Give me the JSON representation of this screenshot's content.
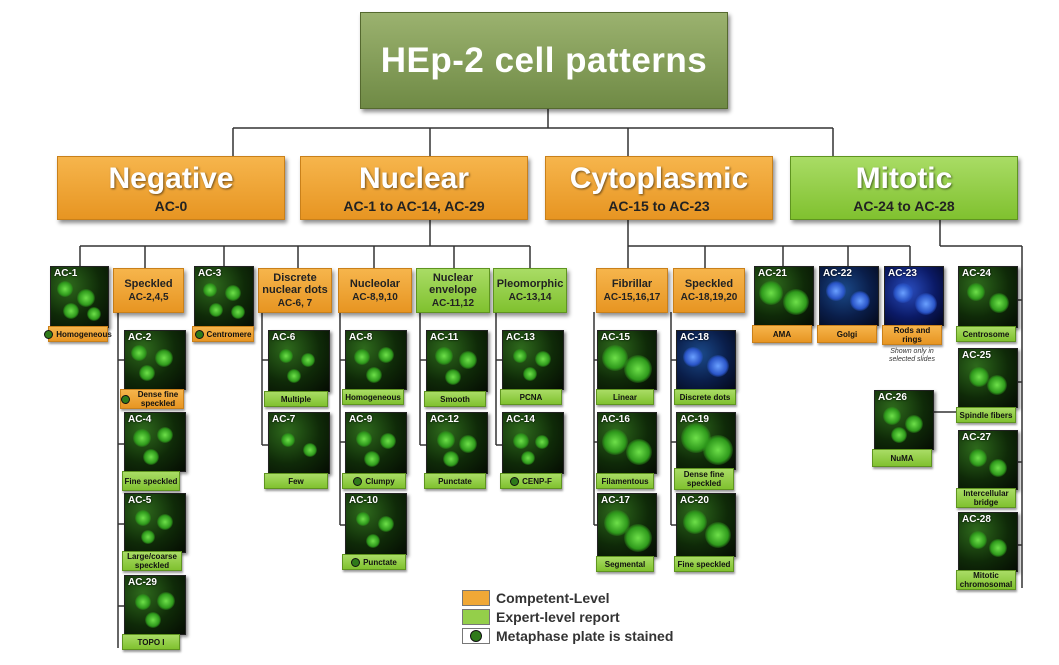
{
  "title": "HEp-2 cell patterns",
  "categories": {
    "negative": {
      "name": "Negative",
      "code": "AC-0"
    },
    "nuclear": {
      "name": "Nuclear",
      "code": "AC-1 to AC-14, AC-29"
    },
    "cytoplasmic": {
      "name": "Cytoplasmic",
      "code": "AC-15 to AC-23"
    },
    "mitotic": {
      "name": "Mitotic",
      "code": "AC-24 to AC-28"
    }
  },
  "subgroups": {
    "speckled_nuc": {
      "name": "Speckled",
      "code": "AC-2,4,5"
    },
    "discrete": {
      "name": "Discrete nuclear dots",
      "code": "AC-6, 7"
    },
    "nucleolar": {
      "name": "Nucleolar",
      "code": "AC-8,9,10"
    },
    "envelope": {
      "name": "Nuclear envelope",
      "code": "AC-11,12"
    },
    "pleomorphic": {
      "name": "Pleomorphic",
      "code": "AC-13,14"
    },
    "fibrillar": {
      "name": "Fibrillar",
      "code": "AC-15,16,17"
    },
    "speckled_cyto": {
      "name": "Speckled",
      "code": "AC-18,19,20"
    }
  },
  "patterns": {
    "ac1": {
      "code": "AC-1",
      "label": "Homogeneous"
    },
    "ac3": {
      "code": "AC-3",
      "label": "Centromere"
    },
    "ac2": {
      "code": "AC-2",
      "label": "Dense fine speckled"
    },
    "ac4": {
      "code": "AC-4",
      "label": "Fine speckled"
    },
    "ac5": {
      "code": "AC-5",
      "label": "Large/coarse speckled"
    },
    "ac29": {
      "code": "AC-29",
      "label": "TOPO I"
    },
    "ac6": {
      "code": "AC-6",
      "label": "Multiple"
    },
    "ac7": {
      "code": "AC-7",
      "label": "Few"
    },
    "ac8": {
      "code": "AC-8",
      "label": "Homogeneous"
    },
    "ac9": {
      "code": "AC-9",
      "label": "Clumpy"
    },
    "ac10": {
      "code": "AC-10",
      "label": "Punctate"
    },
    "ac11": {
      "code": "AC-11",
      "label": "Smooth"
    },
    "ac12": {
      "code": "AC-12",
      "label": "Punctate"
    },
    "ac13": {
      "code": "AC-13",
      "label": "PCNA"
    },
    "ac14": {
      "code": "AC-14",
      "label": "CENP-F"
    },
    "ac15": {
      "code": "AC-15",
      "label": "Linear"
    },
    "ac16": {
      "code": "AC-16",
      "label": "Filamentous"
    },
    "ac17": {
      "code": "AC-17",
      "label": "Segmental"
    },
    "ac18": {
      "code": "AC-18",
      "label": "Discrete dots"
    },
    "ac19": {
      "code": "AC-19",
      "label": "Dense fine speckled"
    },
    "ac20": {
      "code": "AC-20",
      "label": "Fine speckled"
    },
    "ac21": {
      "code": "AC-21",
      "label": "AMA"
    },
    "ac22": {
      "code": "AC-22",
      "label": "Golgi"
    },
    "ac23": {
      "code": "AC-23",
      "label": "Rods and rings"
    },
    "ac24": {
      "code": "AC-24",
      "label": "Centrosome"
    },
    "ac25": {
      "code": "AC-25",
      "label": "Spindle fibers"
    },
    "ac26": {
      "code": "AC-26",
      "label": "NuMA"
    },
    "ac27": {
      "code": "AC-27",
      "label": "Intercellular bridge"
    },
    "ac28": {
      "code": "AC-28",
      "label": "Mitotic chromosomal"
    }
  },
  "note_ac23": "Shown only in selected slides",
  "legend": {
    "competent": "Competent-Level",
    "expert": "Expert-level report",
    "metaphase": "Metaphase plate is stained"
  },
  "colors": {
    "competent": "#f0a836",
    "expert": "#94cf4a",
    "title": "#86a05a",
    "connector": "#333333"
  }
}
